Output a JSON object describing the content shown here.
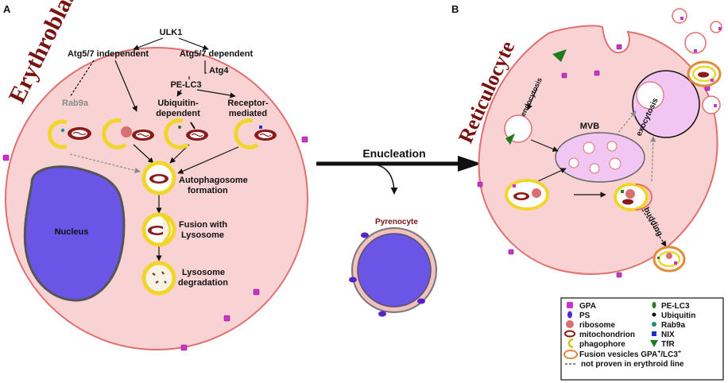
{
  "panels": {
    "a": {
      "letter": "A",
      "title": "Erythroblast"
    },
    "b": {
      "letter": "B",
      "title": "Reticulocyte"
    }
  },
  "pathway": {
    "ulk1": "ULK1",
    "independent": "Atg5/7 independent",
    "dependent": "Atg5/7 dependent",
    "atg4": "Atg4",
    "pelc3": "PE-LC3",
    "ubiquitin_1": "Ubiquitin-",
    "ubiquitin_2": "dependent",
    "receptor_1": "Receptor-",
    "receptor_2": "mediated",
    "rab9a": "Rab9a",
    "nucleus": "Nucleus",
    "autophago_1": "Autophagosome",
    "autophago_2": "formation",
    "fusion_1": "Fusion with",
    "fusion_2": "Lysosome",
    "degrad_1": "Lysosome",
    "degrad_2": "degradation"
  },
  "center": {
    "enucleation": "Enucleation",
    "pyrenocyte": "Pyrenocyte"
  },
  "reticulocyte": {
    "endocytosis": "endocytosis",
    "mvb": "MVB",
    "exocytosis": "exocytosis",
    "budding": "budding"
  },
  "legend": {
    "items": [
      {
        "label": "GPA",
        "color": "#cc33cc"
      },
      {
        "label": "PE-LC3",
        "color": "#2a7a2a"
      },
      {
        "label": "PS",
        "color": "#5522cc"
      },
      {
        "label": "Ubiquitin",
        "color": "#111111"
      },
      {
        "label": "ribosome",
        "color": "#d96f6f"
      },
      {
        "label": "Rab9a",
        "color": "#1f8a8a"
      },
      {
        "label": "mitochondrion",
        "color": "#8b1a1a"
      },
      {
        "label": "NIX",
        "color": "#1a2fcc"
      },
      {
        "label": "phagophore",
        "color": "#d4c21a"
      },
      {
        "label": "TfR",
        "color": "#1e7a1e"
      }
    ],
    "fusion": "Fusion vesicles GPA",
    "fusion_sup1": "+",
    "fusion_mid": "/LC3",
    "fusion_sup2": "+",
    "dashed": "not proven in erythroid line"
  },
  "colors": {
    "cell_fill": "#f9d3d3",
    "cell_stroke": "#e07070",
    "nucleus": "#6a55e6",
    "title": "#7a1111",
    "phagophore": "#f1d52b",
    "mito": "#8b1a1a",
    "mvb": "#f2c6f2"
  }
}
